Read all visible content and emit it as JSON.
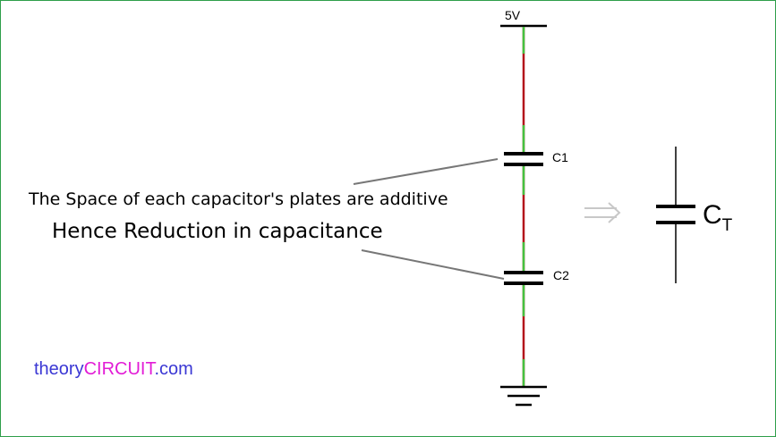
{
  "colors": {
    "frame": "#2e9e4a",
    "wire_red": "#b3131b",
    "wire_green": "#44c23f",
    "arrow": "#c8c8c8",
    "brand_theory": "#3a37d4",
    "brand_circuit": "#e21cd6",
    "brand_com": "#3a37d4"
  },
  "circuit": {
    "supply_label": "5V",
    "c1_label": "C1",
    "c2_label": "C2",
    "total_label_main": "C",
    "total_label_sub": "T"
  },
  "notes": {
    "line1": "The Space of each capacitor's plates are additive",
    "line2": "Hence Reduction in capacitance"
  },
  "brand": {
    "part1": "theory",
    "part2": "CIRCUIT",
    "part3": ".com"
  },
  "icons": {
    "supply": "power-rail-icon",
    "capacitor": "capacitor-icon",
    "ground": "ground-icon",
    "equivalent": "double-arrow-icon"
  }
}
